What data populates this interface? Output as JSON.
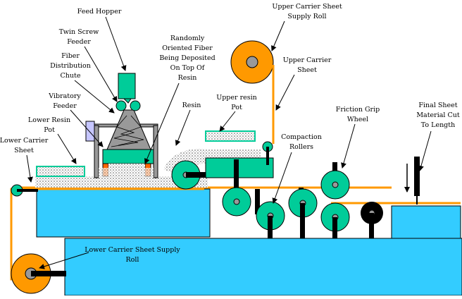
{
  "colors": {
    "blue": "#33CCFF",
    "green": "#00CC99",
    "orange": "#FF9900",
    "grey": "#999999",
    "darkgrey": "#666666",
    "lavender": "#C6C6FF",
    "black": "#000000"
  },
  "labels": {
    "feed_hopper": [
      "Feed Hopper"
    ],
    "twin_screw": [
      "Twin Screw",
      "Feeder"
    ],
    "fiber_chute": [
      "Fiber",
      "Distribution",
      "Chute"
    ],
    "random_fiber": [
      "Randomly",
      "Oriented Fiber",
      "Being Deposited",
      "On Top Of",
      "Resin"
    ],
    "vibratory": [
      "Vibratory",
      "Feeder"
    ],
    "lower_resin_pot": [
      "Lower Resin",
      "Pot"
    ],
    "lower_carrier": [
      "Lower Carrier",
      "Sheet"
    ],
    "resin": [
      "Resin"
    ],
    "upper_resin_pot": [
      "Upper resin",
      "Pot"
    ],
    "upper_supply": [
      "Upper Carrier Sheet",
      "Supply Roll"
    ],
    "upper_carrier": [
      "Upper Carrier",
      "Sheet"
    ],
    "compaction": [
      "Compaction",
      "Rollers"
    ],
    "friction": [
      "Friction Grip",
      "Wheel"
    ],
    "final_sheet": [
      "Final Sheet",
      "Material Cut",
      "To Length"
    ],
    "lower_supply": [
      "Lower Carrier Sheet Supply",
      "Roll"
    ]
  }
}
